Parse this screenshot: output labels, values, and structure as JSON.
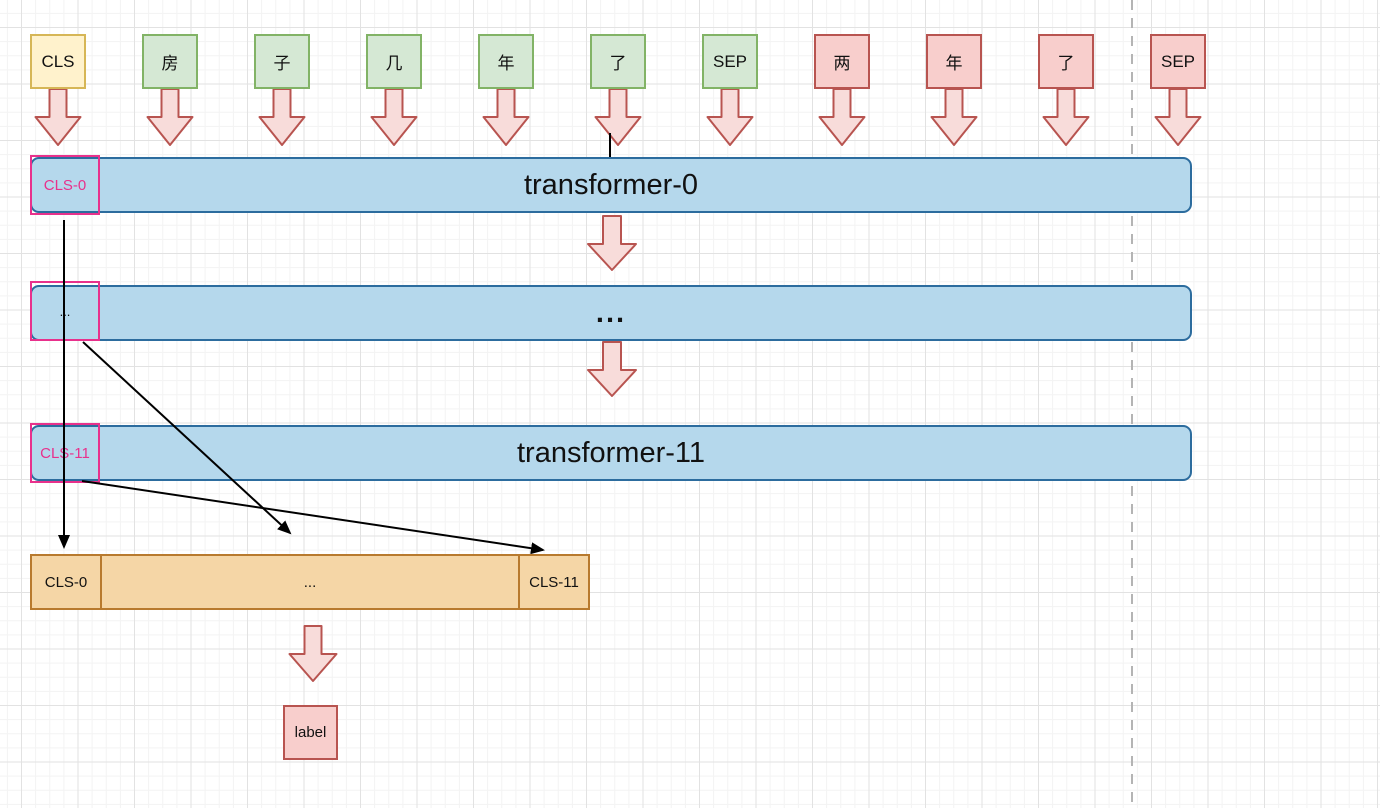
{
  "diagram": {
    "tokens": [
      {
        "label": "CLS",
        "type": "special-cls"
      },
      {
        "label": "房",
        "type": "sentence-a"
      },
      {
        "label": "子",
        "type": "sentence-a"
      },
      {
        "label": "几",
        "type": "sentence-a"
      },
      {
        "label": "年",
        "type": "sentence-a"
      },
      {
        "label": "了",
        "type": "sentence-a"
      },
      {
        "label": "SEP",
        "type": "sentence-a"
      },
      {
        "label": "两",
        "type": "sentence-b"
      },
      {
        "label": "年",
        "type": "sentence-b"
      },
      {
        "label": "了",
        "type": "sentence-b"
      },
      {
        "label": "SEP",
        "type": "sentence-b"
      }
    ],
    "layers": [
      {
        "title": "transformer-0",
        "cls_tag": "CLS-0"
      },
      {
        "title": "...",
        "cls_tag": "..."
      },
      {
        "title": "transformer-11",
        "cls_tag": "CLS-11"
      }
    ],
    "pooled": {
      "cells": [
        "CLS-0",
        "...",
        "CLS-11"
      ]
    },
    "output": {
      "label": "label"
    },
    "colors": {
      "token_yellow_fill": "#fff2cc",
      "token_yellow_stroke": "#d6b656",
      "token_green_fill": "#d5e8d4",
      "token_green_stroke": "#82b366",
      "token_pink_fill": "#f8cecc",
      "token_pink_stroke": "#b85450",
      "bar_blue_fill": "#b5d8ec",
      "bar_blue_stroke": "#2c6c9e",
      "highlight_magenta": "#e8318c",
      "pooled_orange_fill": "#f5d6a6",
      "pooled_orange_stroke": "#b87a2e",
      "block_arrow_fill": "#f8dcda",
      "block_arrow_stroke": "#b85450",
      "connector_black": "#000000",
      "guide_gray": "#b4b4b4"
    }
  }
}
